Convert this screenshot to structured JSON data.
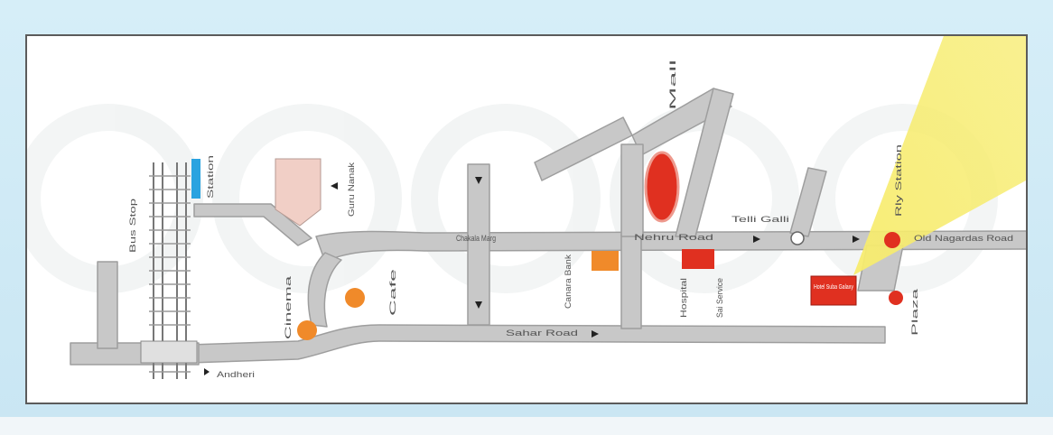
{
  "map": {
    "roads": {
      "r1": "Chakala Marg",
      "r2": "Nehru Road",
      "r3": "Old Nagardas Road",
      "r4": "Sahar Road"
    },
    "places": {
      "p1": "Andheri",
      "p2": "Telli Galli",
      "p3": "Bus Stop",
      "p4": "Guru Nanak",
      "p5": "Cinema",
      "p6": "Canara Bank",
      "p7": "Cafe",
      "p8": "Hotel Suba Galaxy",
      "p9": "Mall",
      "p10": "Hospital",
      "p11": "Station",
      "p12": "Sai Service",
      "p13": "Rly Station",
      "p14": "Plaza"
    },
    "colors": {
      "road": "#c8c8c8",
      "road_edge": "#9e9e9e",
      "accent_red": "#e03020",
      "accent_orange": "#f08a2a",
      "accent_blue": "#2aa3e0",
      "building_pink": "#f1cfc6",
      "beam_yellow": "#f6ea6a"
    }
  }
}
